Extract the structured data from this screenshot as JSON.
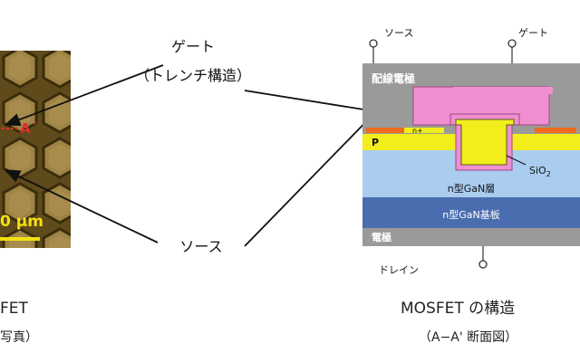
{
  "photo": {
    "marker_label": "A´",
    "scale_label": "0 µm",
    "caption_title": "FET",
    "caption_sub": "写真）"
  },
  "callouts": {
    "gate_line1": "ゲート",
    "gate_line2": "（トレンチ構造）",
    "source": "ソース"
  },
  "structure": {
    "source_terminal": "ソース",
    "gate_terminal": "ゲート",
    "wiring_electrode": "配線電極",
    "n_plus": "n+",
    "p_layer": "P",
    "sio2": "SiO",
    "sio2_sub": "2",
    "n_gan_layer": "n型GaN層",
    "n_gan_substrate": "n型GaN基板",
    "bottom_electrode": "電極",
    "drain_terminal": "ドレイン",
    "caption_title": "MOSFET の構造",
    "caption_sub": "（A−A' 断面図）"
  },
  "colors": {
    "wiring_gray": "#9a9a9a",
    "gate_yellow": "#f2ee1c",
    "pink": "#ef8fd0",
    "orange": "#ef6a1f",
    "blue_light": "#a9ccef",
    "blue_dark": "#4a6db0",
    "marker_red": "#e0302a"
  }
}
